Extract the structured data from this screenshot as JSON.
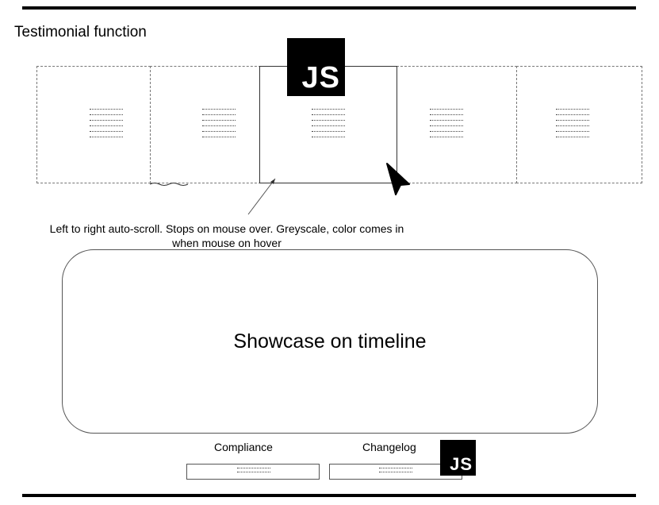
{
  "title": "Testimonial function",
  "testimonials": [
    {
      "state": "inactive"
    },
    {
      "state": "inactive"
    },
    {
      "state": "active-hover"
    },
    {
      "state": "inactive"
    },
    {
      "state": "inactive"
    }
  ],
  "logos": {
    "top": {
      "text": "JS"
    },
    "footer": {
      "text": "JS"
    }
  },
  "annotation": {
    "line1": "Left to right auto-scroll. Stops on mouse over. Greyscale, color comes in",
    "line2": "when mouse on hover"
  },
  "showcase": {
    "label": "Showcase on timeline"
  },
  "footer": {
    "compliance_label": "Compliance",
    "changelog_label": "Changelog"
  },
  "colors": {
    "line": "#000000",
    "dashed_border": "#777777",
    "logo_bg": "#000000",
    "logo_fg": "#ffffff"
  }
}
